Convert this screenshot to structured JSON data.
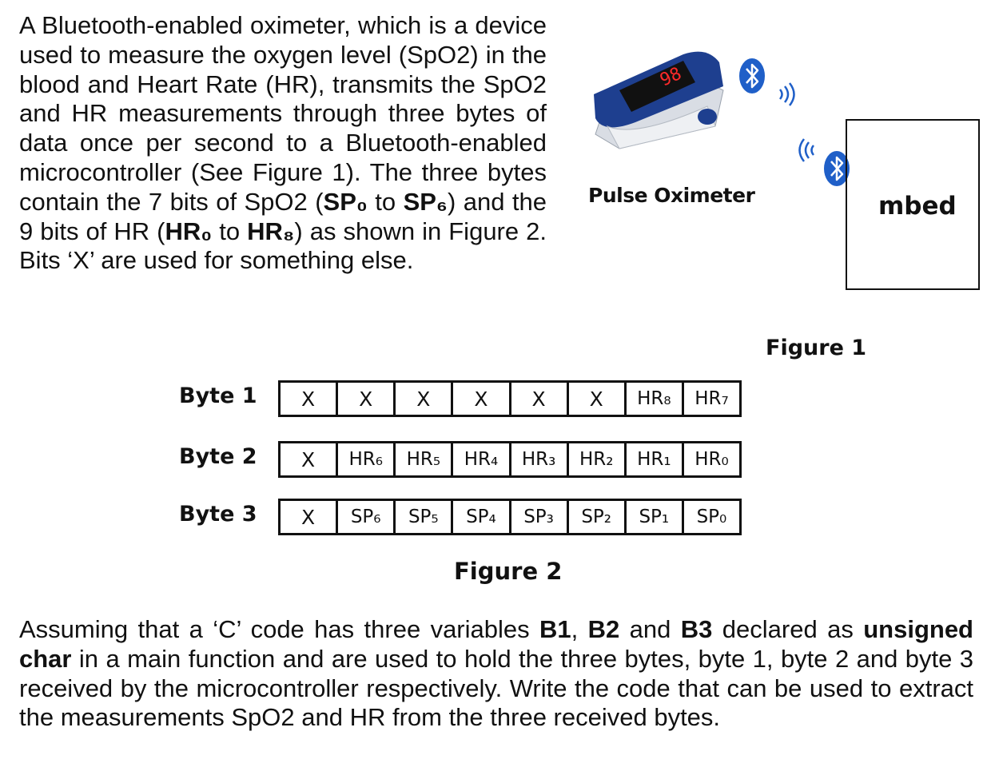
{
  "intro": {
    "t1": "A Bluetooth-enabled oximeter, which is a device used to measure the oxygen level (SpO2) in the blood and Heart Rate (HR), transmits the SpO2 and HR measurements through three bytes of data once per second to a Bluetooth-enabled microcontroller (See Figure 1). The three bytes contain the 7 bits of SpO2 (",
    "b1": "SP₀",
    "t2": " to ",
    "b2": "SP₆",
    "t3": ") and the 9 bits of HR (",
    "b3": "HR₀",
    "t4": " to ",
    "b4": "HR₈",
    "t5": ") as shown in Figure 2. Bits ‘X’ are used for something else."
  },
  "figure1": {
    "pulse_label": "Pulse Oximeter",
    "mbed_label": "mbed",
    "caption": "Figure 1",
    "oximeter_display": "98"
  },
  "figure2": {
    "caption": "Figure 2",
    "bytes": [
      {
        "label": "Byte 1",
        "cells": [
          "X",
          "X",
          "X",
          "X",
          "X",
          "X",
          "HR₈",
          "HR₇"
        ]
      },
      {
        "label": "Byte 2",
        "cells": [
          "X",
          "HR₆",
          "HR₅",
          "HR₄",
          "HR₃",
          "HR₂",
          "HR₁",
          "HR₀"
        ]
      },
      {
        "label": "Byte 3",
        "cells": [
          "X",
          "SP₆",
          "SP₅",
          "SP₄",
          "SP₃",
          "SP₂",
          "SP₁",
          "SP₀"
        ]
      }
    ]
  },
  "question": {
    "t1": "Assuming that a ‘C’ code has three variables ",
    "b1": "B1",
    "t2": ", ",
    "b2": "B2",
    "t3": " and ",
    "b3": "B3",
    "t4": " declared as ",
    "b4": "unsigned char",
    "t5": " in a main function and are used to hold the three bytes, byte 1, byte 2 and byte 3 received by the microcontroller respectively. Write the code that can be used to extract the measurements SpO2 and HR from the three received bytes."
  },
  "colors": {
    "bluetooth": "#1f5fc8",
    "oximeter_body": "#1e3f8f",
    "display_red": "#ff2a2a"
  },
  "icons": [
    "bluetooth-icon",
    "signal-waves-icon"
  ]
}
